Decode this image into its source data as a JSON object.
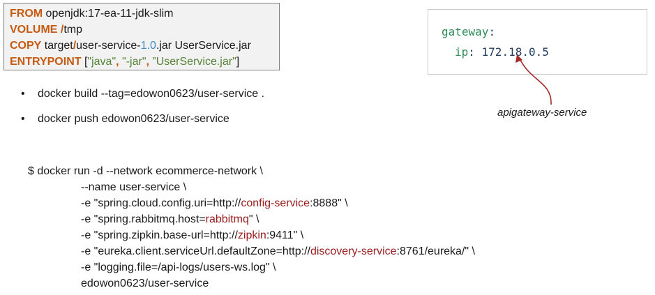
{
  "dockerfile": {
    "line1": {
      "kw": "FROM",
      "rest": " openjdk:17-ea-11-jdk-slim"
    },
    "line2": {
      "kw": "VOLUME",
      "slash": " /",
      "rest": "tmp"
    },
    "line3": {
      "kw": "COPY",
      "a": " target",
      "slash": "/",
      "b": "user-service-",
      "num": "1.0",
      "c": ".jar UserService.jar"
    },
    "line4": {
      "kw": "ENTRYPOINT",
      "open": " [",
      "s1": "\"java\"",
      "sep1": ", ",
      "s2": "\"-jar\"",
      "sep2": ", ",
      "s3": "”UserService.jar\"",
      "close": "]"
    }
  },
  "bullets": [
    "docker build --tag=edowon0623/user-service .",
    "docker push edowon0623/user-service"
  ],
  "yaml": {
    "key1": "gateway",
    "colon1": ":",
    "key2": "ip",
    "colon2": ":",
    "value": " 172.18.0.5"
  },
  "caption": "apigateway-service",
  "command": {
    "line1": "$ docker run -d --network ecommerce-network \\",
    "line2": "--name user-service \\",
    "line3": {
      "a": "-e \"spring.cloud.config.uri=http://",
      "hl": "config-service",
      "b": ":8888\" \\"
    },
    "line4": {
      "a": "-e \"spring.rabbitmq.host=",
      "hl": "rabbitmq",
      "b": "\" \\"
    },
    "line5": {
      "a": "-e \"spring.zipkin.base-url=http://",
      "hl": "zipkin",
      "b": ":9411\" \\"
    },
    "line6": {
      "a": "-e \"eureka.client.serviceUrl.defaultZone=http://",
      "hl": "discovery-service",
      "b": ":8761/eureka/\" \\"
    },
    "line7": "-e \"logging.file=/api-logs/users-ws.log\" \\",
    "line8": "edowon0623/user-service"
  },
  "colors": {
    "keyword": "#c55a11",
    "highlight": "#9b1c1c",
    "arrow": "#a52a2a",
    "yaml_key": "#2e8b57"
  }
}
